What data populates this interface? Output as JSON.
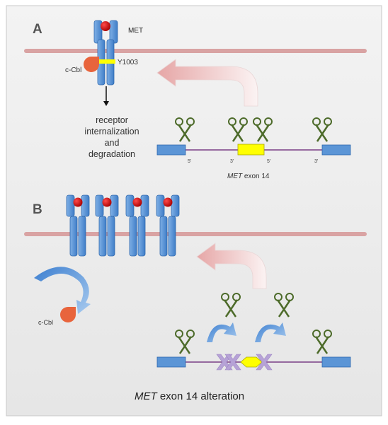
{
  "panel_a": {
    "label": "A",
    "receptor_label": "MET",
    "site_label": "Y1003",
    "ubiquitin_ligase_label": "c-Cbl",
    "outcome_line1": "receptor",
    "outcome_line2": "internalization",
    "outcome_line3": "and",
    "outcome_line4": "degradation",
    "ends": {
      "five_prime": "5'",
      "three_prime": "3'"
    },
    "exon_caption_gene": "MET",
    "exon_caption_rest": " exon 14"
  },
  "panel_b": {
    "label": "B",
    "ubiquitin_ligase_label": "c-Cbl",
    "caption_gene": "MET",
    "caption_rest": " exon 14 alteration"
  },
  "colors": {
    "membrane": "#d9a3a3",
    "receptor": "#5b95d6",
    "ligand": "#c00000",
    "cbl": "#e8643c",
    "exon14": "#ffff00",
    "intron": "#7a3f86",
    "scissors": "#4d6b2a",
    "mutation": "#b6a2d6"
  }
}
